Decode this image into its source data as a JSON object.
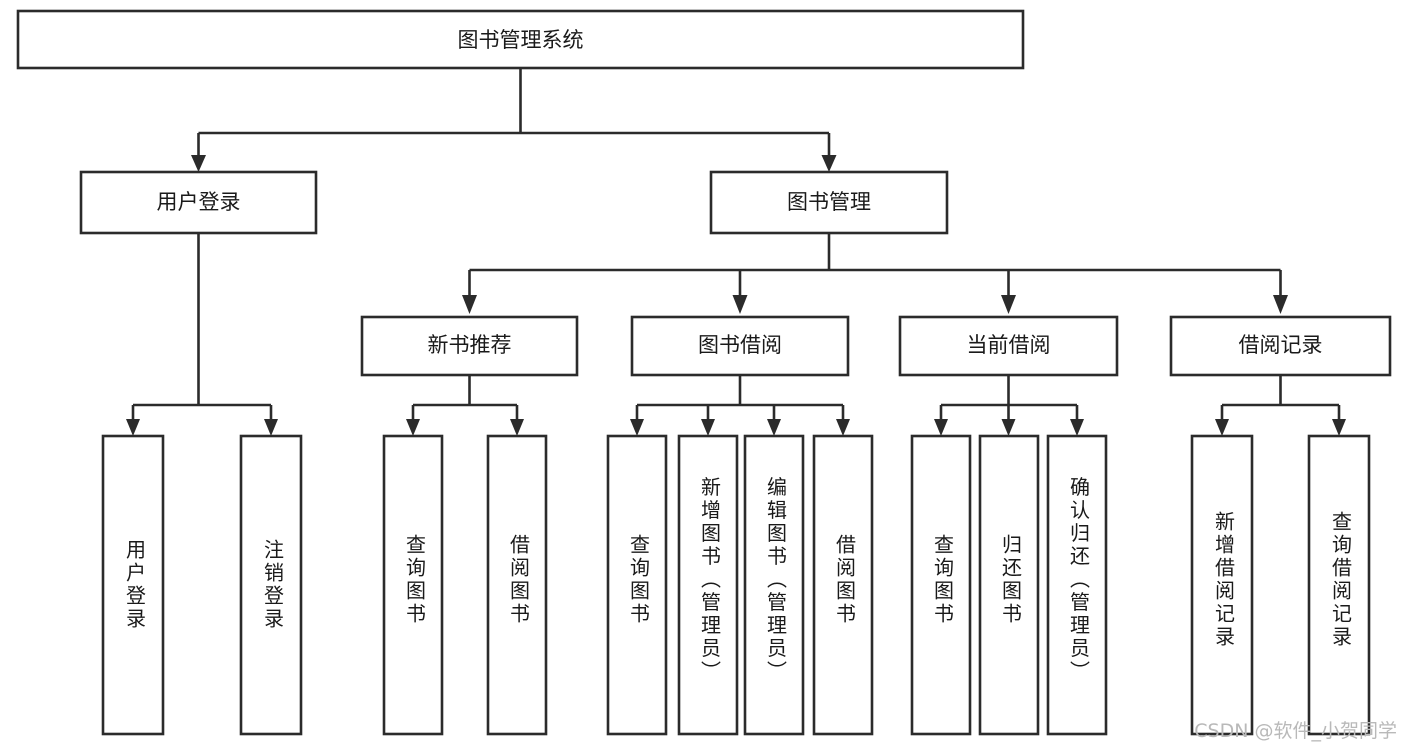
{
  "diagram": {
    "type": "tree",
    "title": "图书管理系统",
    "watermark": "CSDN @软件_小贺同学",
    "colors": {
      "box_stroke": "#2b2b2b",
      "box_fill": "#ffffff",
      "text": "#1a1a1a",
      "background": "#ffffff",
      "watermark": "#b9b9b9"
    },
    "levels": {
      "root": {
        "label": "图书管理系统",
        "orientation": "horizontal"
      },
      "level1": [
        {
          "label": "用户登录",
          "orientation": "horizontal"
        },
        {
          "label": "图书管理",
          "orientation": "horizontal"
        }
      ],
      "level2": [
        {
          "label": "新书推荐",
          "orientation": "horizontal",
          "parent": "图书管理"
        },
        {
          "label": "图书借阅",
          "orientation": "horizontal",
          "parent": "图书管理"
        },
        {
          "label": "当前借阅",
          "orientation": "horizontal",
          "parent": "图书管理"
        },
        {
          "label": "借阅记录",
          "orientation": "horizontal",
          "parent": "图书管理"
        }
      ],
      "leaves": [
        {
          "label": "用户登录",
          "orientation": "vertical",
          "parent": "用户登录"
        },
        {
          "label": "注销登录",
          "orientation": "vertical",
          "parent": "用户登录"
        },
        {
          "label": "查询图书",
          "orientation": "vertical",
          "parent": "新书推荐"
        },
        {
          "label": "借阅图书",
          "orientation": "vertical",
          "parent": "新书推荐"
        },
        {
          "label": "查询图书",
          "orientation": "vertical",
          "parent": "图书借阅"
        },
        {
          "label": "新增图书（管理员）",
          "orientation": "vertical",
          "parent": "图书借阅"
        },
        {
          "label": "编辑图书（管理员）",
          "orientation": "vertical",
          "parent": "图书借阅"
        },
        {
          "label": "借阅图书",
          "orientation": "vertical",
          "parent": "图书借阅"
        },
        {
          "label": "查询图书",
          "orientation": "vertical",
          "parent": "当前借阅"
        },
        {
          "label": "归还图书",
          "orientation": "vertical",
          "parent": "当前借阅"
        },
        {
          "label": "确认归还（管理员）",
          "orientation": "vertical",
          "parent": "当前借阅"
        },
        {
          "label": "新增借阅记录",
          "orientation": "vertical",
          "parent": "借阅记录"
        },
        {
          "label": "查询借阅记录",
          "orientation": "vertical",
          "parent": "借阅记录"
        }
      ]
    }
  }
}
